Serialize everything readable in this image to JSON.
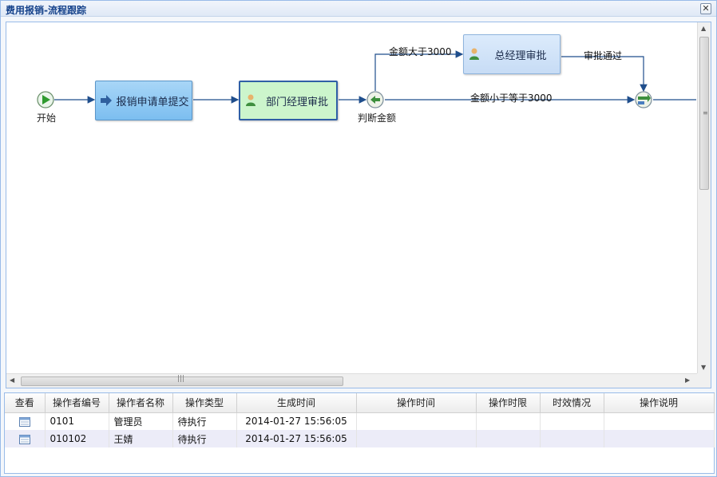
{
  "window": {
    "title": "费用报销-流程跟踪",
    "close_glyph": "✕"
  },
  "flow": {
    "start_label": "开始",
    "nodes": {
      "submit": "报销申请单提交",
      "dept": "部门经理审批",
      "gm": "总经理审批"
    },
    "decision_label": "判断金额",
    "edges": {
      "gt": "金额大于3000",
      "lte": "金额小于等于3000",
      "approved": "审批通过"
    }
  },
  "grid": {
    "columns": [
      "查看",
      "操作者编号",
      "操作者名称",
      "操作类型",
      "生成时间",
      "操作时间",
      "操作时限",
      "时效情况",
      "操作说明"
    ],
    "rows": [
      {
        "id": "0101",
        "name": "管理员",
        "type": "待执行",
        "created": "2014-01-27 15:56:05",
        "op_time": "",
        "limit": "",
        "status": "",
        "note": ""
      },
      {
        "id": "010102",
        "name": "王婧",
        "type": "待执行",
        "created": "2014-01-27 15:56:05",
        "op_time": "",
        "limit": "",
        "status": "",
        "note": ""
      }
    ]
  },
  "icons": {
    "start": "play-circle-icon",
    "submit": "arrow-right-icon",
    "user": "user-icon",
    "decision": "gateway-icon",
    "merge": "merge-gateway-icon",
    "view": "view-details-icon"
  },
  "colors": {
    "accent": "#15428b",
    "edge": "#1f4e8c",
    "submit_fill": "#7cbef0",
    "dept_fill": "#ccf5cc",
    "gm_fill": "#c7dcf5",
    "row_alt": "#ececf8"
  }
}
